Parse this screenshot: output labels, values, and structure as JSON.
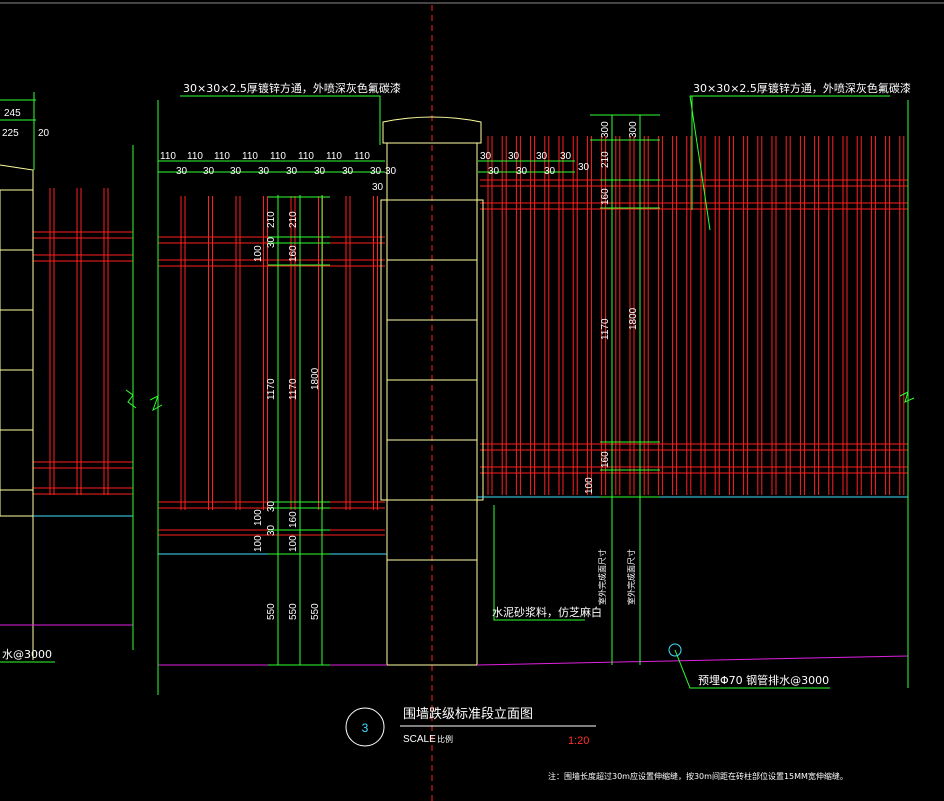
{
  "notes": {
    "member_left": "30×30×2.5厚镀锌方通，外喷深灰色氟碳漆",
    "member_right": "30×30×2.5厚镀锌方通，外喷深灰色氟碳漆",
    "waterproof": "水泥砂浆料，仿芝麻白",
    "drain_right": "预埋Φ70 钢管排水@3000",
    "drain_left": "水@3000",
    "footer": "注：围墙长度超过30m应设置伸缩缝，按30m间距在砖柱部位设置15MM宽伸缩缝。",
    "finish_level_1": "室外完成面尺寸",
    "finish_level_2": "室外完成面尺寸"
  },
  "title": {
    "number": "3",
    "name": "围墙跌级标准段立面图",
    "scale_label": "SCALE",
    "scale_cn": "比例",
    "scale_value": "1:20"
  },
  "dims": {
    "top_left_245": "245",
    "top_left_225": "225",
    "top_left_20": "20",
    "spacing_110": "110",
    "spacing_30": "30",
    "right_300a": "300",
    "right_300b": "300",
    "right_210": "210",
    "right_160": "160",
    "right_1170": "1170",
    "right_1800": "1800",
    "right_160b": "160",
    "right_100": "100",
    "mid_210a": "210",
    "mid_210b": "210",
    "mid_100": "100",
    "mid_30": "30",
    "mid_160": "160",
    "mid_1170a": "1170",
    "mid_1170b": "1170",
    "mid_1800": "1800",
    "mid_30b": "30",
    "mid_100b": "100",
    "mid_30c": "30",
    "mid_160b": "160",
    "mid_100c": "100",
    "mid_100d": "100",
    "mid_550a": "550",
    "mid_550b": "550",
    "mid_550c": "550"
  },
  "colors": {
    "rail": "#ff2020",
    "outline": "#ffffa0",
    "dimension": "#30ff30",
    "ground": "#e020e0",
    "cyan": "#40e0ff",
    "centerline": "#ff2020"
  }
}
